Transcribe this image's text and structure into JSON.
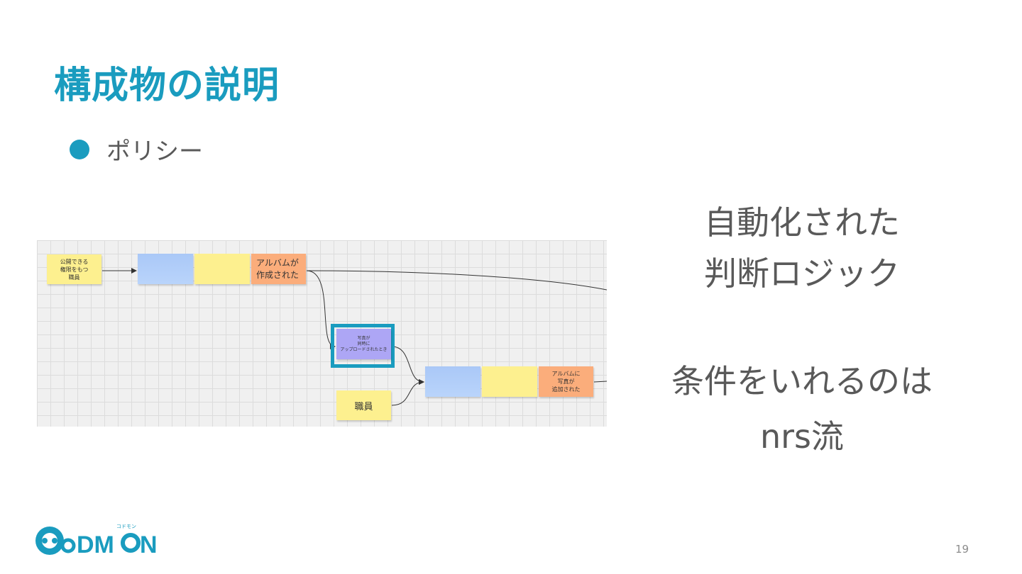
{
  "slide": {
    "title": "構成物の説明",
    "bullet": "ポリシー",
    "right_lines": [
      "自動化された",
      "判断ロジック",
      "条件をいれるのは",
      "nrs流"
    ],
    "page_number": "19"
  },
  "board": {
    "notes": {
      "staff_with_publish": "公開できる\n権限をもつ\n職員",
      "album_created": "アルバムが\n作成された",
      "photo_uploaded": "写真が\n同時に\nアップロードされたとき",
      "staff": "職員",
      "photo_added": "アルバムに\n写真が\n追加された"
    }
  },
  "logo": {
    "text": "CODMON",
    "tagline": "コドモン"
  },
  "colors": {
    "accent": "#1a9cbf",
    "text_gray": "#595959",
    "note_yellow": "#fdf08f",
    "note_blue": "#b0cdf8",
    "note_orange": "#fbad7b",
    "note_purple": "#ada6f5"
  }
}
